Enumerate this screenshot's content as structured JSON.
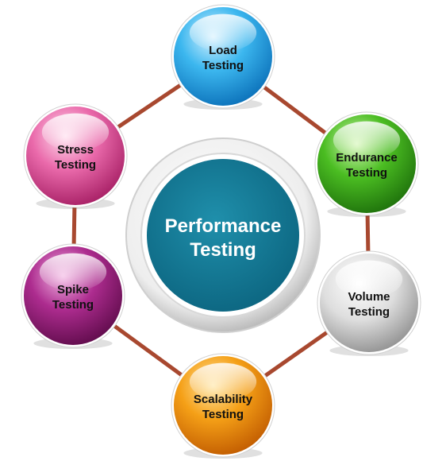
{
  "center": {
    "line1": "Performance",
    "line2": "Testing"
  },
  "nodes": [
    {
      "line1": "Load",
      "line2": "Testing",
      "color": "#2aa8e6"
    },
    {
      "line1": "Endurance",
      "line2": "Testing",
      "color": "#3fae1e"
    },
    {
      "line1": "Volume",
      "line2": "Testing",
      "color": "#c9c9c9"
    },
    {
      "line1": "Scalability",
      "line2": "Testing",
      "color": "#f0900a"
    },
    {
      "line1": "Spike",
      "line2": "Testing",
      "color": "#9a1f7d"
    },
    {
      "line1": "Stress",
      "line2": "Testing",
      "color": "#de4f98"
    }
  ],
  "colors": {
    "connector": "#a8482f",
    "center_fill": "#137a95",
    "center_ring": "#e3e3e3"
  }
}
